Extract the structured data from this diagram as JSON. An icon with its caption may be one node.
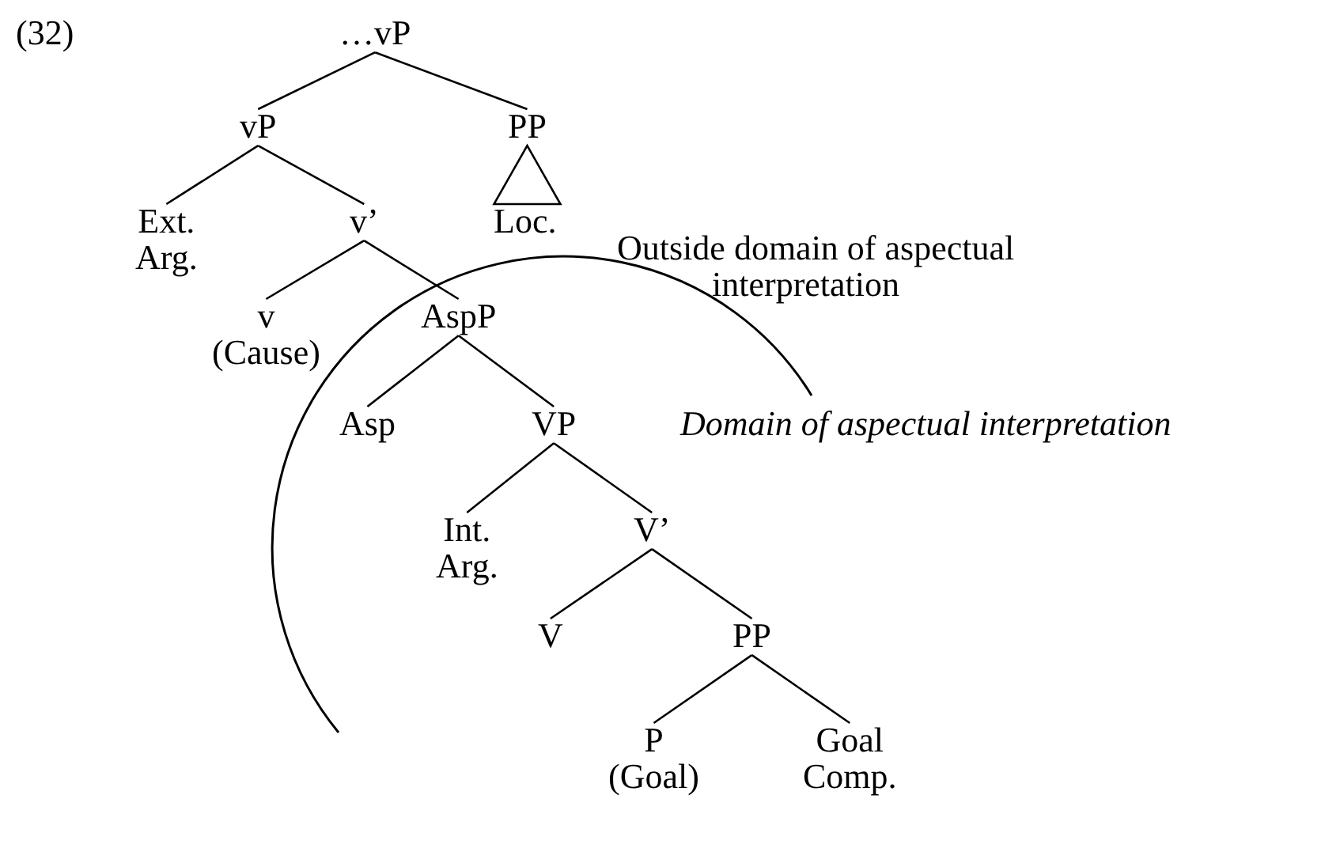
{
  "diagram": {
    "nodes": [
      {
        "text": [
          "…vP"
        ]
      },
      {
        "text": [
          "vP"
        ]
      },
      {
        "text": [
          "PP"
        ]
      },
      {
        "text": [
          "Ext. Arg."
        ]
      },
      {
        "text": [
          "v’"
        ]
      },
      {
        "text": [
          "Loc."
        ]
      },
      {
        "text": [
          "v",
          "(Cause)"
        ]
      },
      {
        "text": [
          "AspP"
        ]
      },
      {
        "text": [
          "Asp"
        ]
      },
      {
        "text": [
          "VP"
        ]
      },
      {
        "text": [
          "Int. Arg."
        ]
      },
      {
        "text": [
          "V’"
        ]
      },
      {
        "text": [
          "V"
        ]
      },
      {
        "text": [
          "PP"
        ]
      },
      {
        "text": [
          "P",
          "(Goal)"
        ]
      },
      {
        "text": [
          "Goal Comp."
        ]
      }
    ],
    "edges": [
      {
        "from": 0,
        "to": 1,
        "arrow": "none"
      },
      {
        "from": 0,
        "to": 2,
        "arrow": "none"
      },
      {
        "from": 1,
        "to": 3,
        "arrow": "none"
      },
      {
        "from": 1,
        "to": 4,
        "arrow": "none"
      },
      {
        "from": 2,
        "to": 5,
        "arrow": "none"
      },
      {
        "from": 4,
        "to": 6,
        "arrow": "none"
      },
      {
        "from": 4,
        "to": 7,
        "arrow": "none"
      },
      {
        "from": 7,
        "to": 8,
        "arrow": "none"
      },
      {
        "from": 7,
        "to": 9,
        "arrow": "none"
      },
      {
        "from": 9,
        "to": 10,
        "arrow": "none"
      },
      {
        "from": 9,
        "to": 11,
        "arrow": "none"
      },
      {
        "from": 11,
        "to": 12,
        "arrow": "none"
      },
      {
        "from": 11,
        "to": 13,
        "arrow": "none"
      },
      {
        "from": 13,
        "to": 14,
        "arrow": "none"
      },
      {
        "from": 13,
        "to": 15,
        "arrow": "none"
      }
    ],
    "labels": [
      "(32)",
      "Outside domain of aspectual interpretation",
      "Domain of aspectual interpretation"
    ]
  }
}
